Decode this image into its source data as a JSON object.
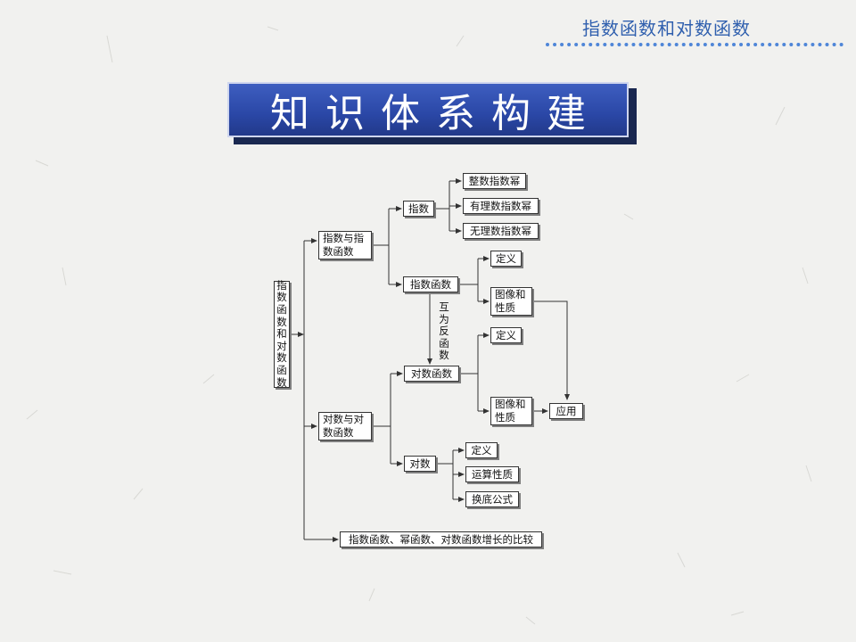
{
  "header": {
    "title": "指数函数和对数函数"
  },
  "banner": {
    "title": "知识体系构建"
  },
  "diagram": {
    "root": "指数函数和对数函数",
    "exp_group": "指数与指数函数",
    "exponent": "指数",
    "integer_power": "整数指数幂",
    "rational_power": "有理数指数幂",
    "irrational_power": "无理数指数幂",
    "exp_function": "指数函数",
    "exp_definition": "定义",
    "exp_graph_properties": "图像和性质",
    "inverse_label": "互为反函数",
    "log_function": "对数函数",
    "log_definition": "定义",
    "log_graph_properties": "图像和性质",
    "application": "应用",
    "log_group": "对数与对数函数",
    "logarithm": "对数",
    "log_definition2": "定义",
    "operation_properties": "运算性质",
    "change_of_base": "换底公式",
    "comparison": "指数函数、幂函数、对数函数增长的比较"
  }
}
